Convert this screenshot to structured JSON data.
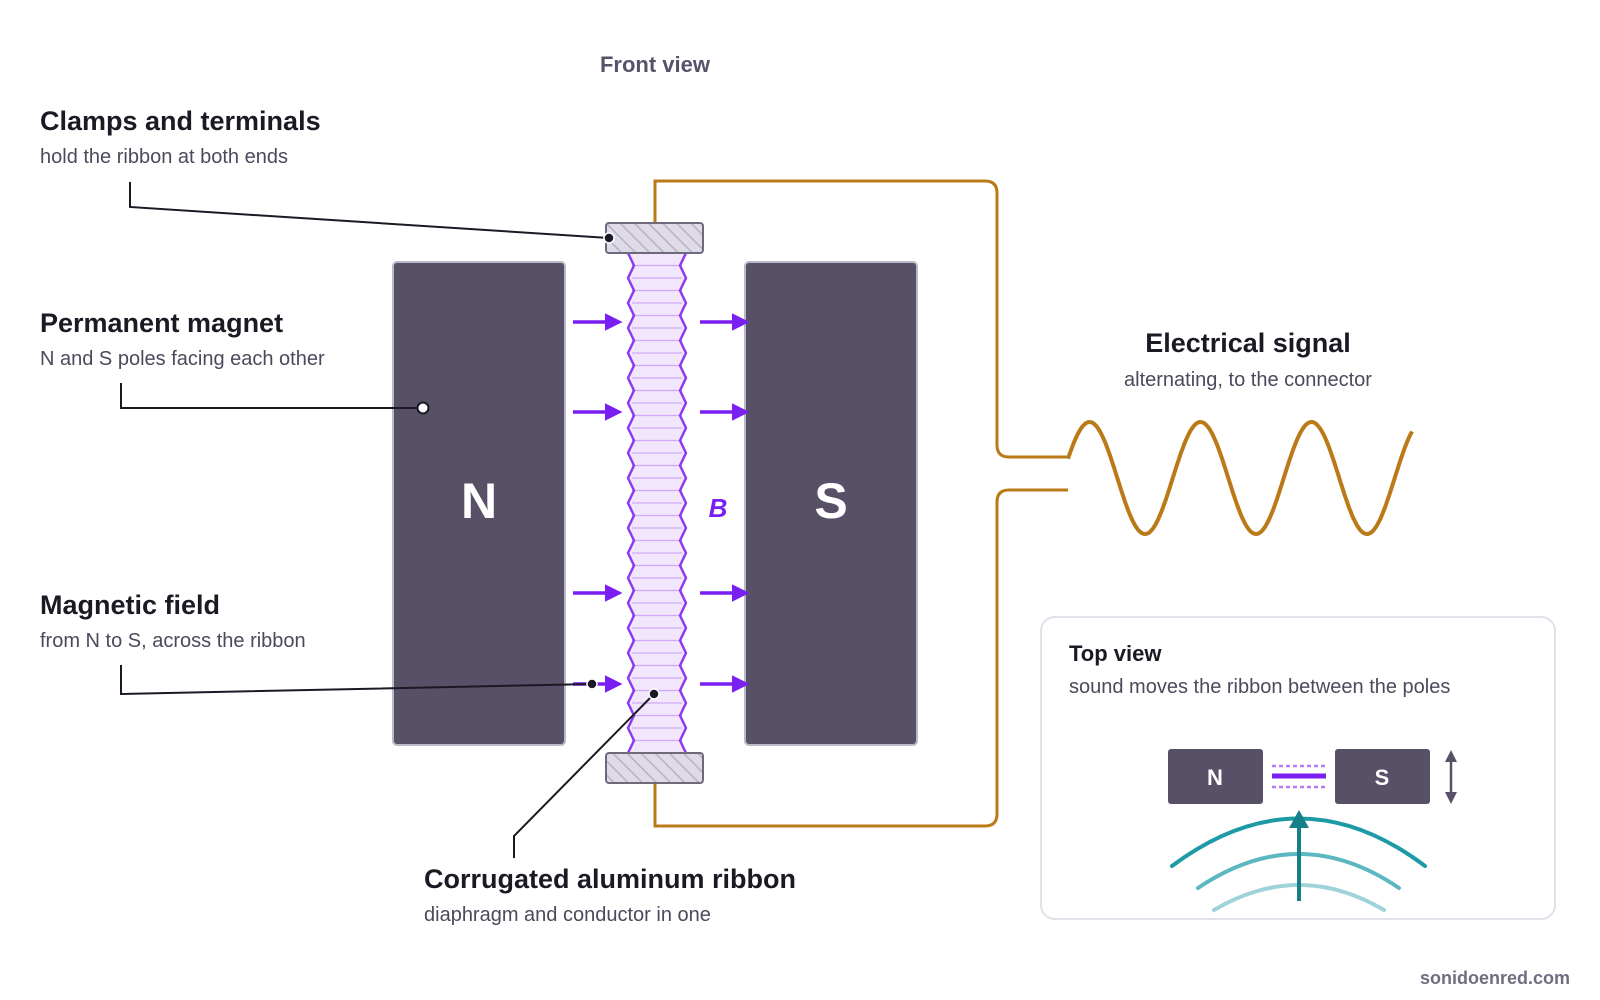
{
  "front_view_label": "Front view",
  "callouts": {
    "clamps": {
      "title": "Clamps and terminals",
      "subtitle": "hold the ribbon at both ends"
    },
    "magnet": {
      "title": "Permanent magnet",
      "subtitle": "N and S poles facing each other"
    },
    "field": {
      "title": "Magnetic field",
      "subtitle": "from N to S, across the ribbon"
    },
    "ribbon": {
      "title": "Corrugated aluminum ribbon",
      "subtitle": "diaphragm and conductor in one"
    },
    "signal": {
      "title": "Electrical signal",
      "subtitle": "alternating, to the connector"
    }
  },
  "poles": {
    "north": "N",
    "south": "S"
  },
  "field_symbol": "B",
  "top_view": {
    "title": "Top view",
    "subtitle": "sound moves the ribbon between the poles",
    "north": "N",
    "south": "S"
  },
  "credit": "sonidoenred.com",
  "colors": {
    "magnet": "#585066",
    "field_arrow": "#7a1ff2",
    "ribbon_stroke": "#8c3cf0",
    "ribbon_fill": "#f1e6fc",
    "wire": "#b97a17",
    "sound_wave": "#1e9aa6",
    "clamp_fill": "#dedae6"
  },
  "icons": {
    "field_arrows": "arrow-right-icon",
    "motion": "double-arrow-vertical-icon",
    "sound_arrow": "arrow-up-icon"
  }
}
